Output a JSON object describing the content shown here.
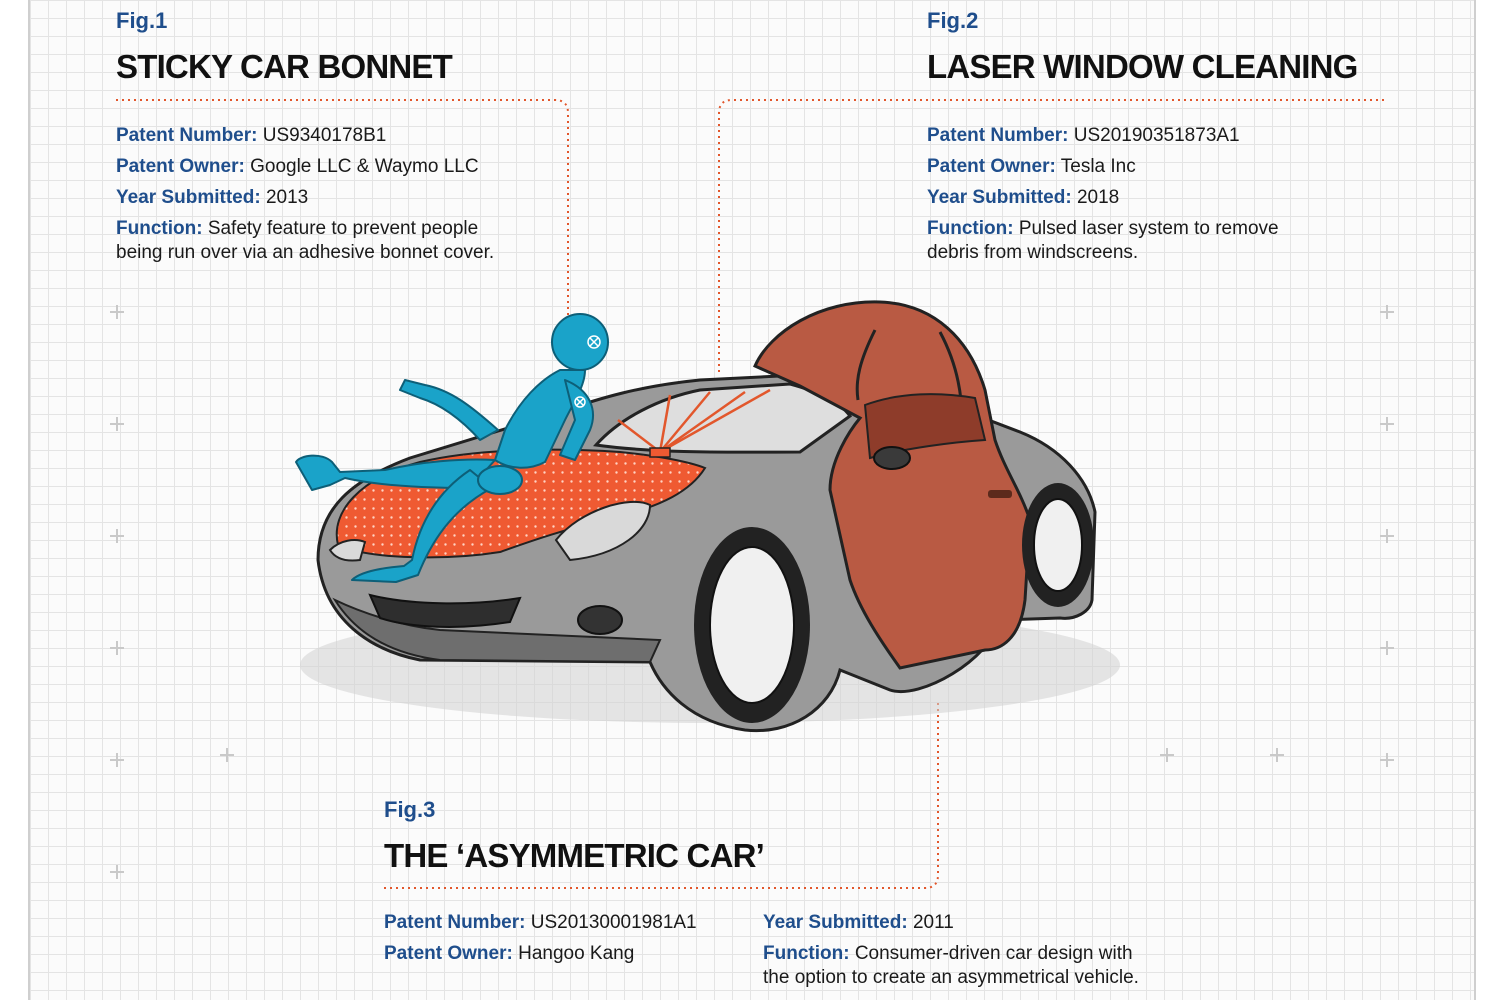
{
  "colors": {
    "label_blue": "#1f4e8c",
    "dotted_red": "#e2572c",
    "bonnet_orange": "#ef5a32",
    "dummy_teal": "#1aa3c9",
    "body_rust": "#b95a43",
    "car_gray": "#8e8e8e"
  },
  "icons": [
    "crash-test-dummy-icon",
    "car-illustration",
    "laser-beam-icon"
  ],
  "fig1": {
    "fig": "Fig.1",
    "title": "STICKY CAR BONNET",
    "patent_number_label": "Patent Number:",
    "patent_number": "US9340178B1",
    "patent_owner_label": "Patent Owner:",
    "patent_owner": "Google LLC & Waymo LLC",
    "year_label": "Year Submitted:",
    "year": "2013",
    "function_label": "Function:",
    "function_line1": "Safety feature to prevent people",
    "function_line2": "being run over via an adhesive bonnet cover."
  },
  "fig2": {
    "fig": "Fig.2",
    "title": "LASER WINDOW CLEANING",
    "patent_number_label": "Patent Number:",
    "patent_number": "US20190351873A1",
    "patent_owner_label": "Patent Owner:",
    "patent_owner": "Tesla Inc",
    "year_label": "Year Submitted:",
    "year": "2018",
    "function_label": "Function:",
    "function_line1": "Pulsed laser system to remove",
    "function_line2": "debris from windscreens."
  },
  "fig3": {
    "fig": "Fig.3",
    "title": "THE ‘ASYMMETRIC CAR’",
    "patent_number_label": "Patent Number:",
    "patent_number": "US20130001981A1",
    "patent_owner_label": "Patent Owner:",
    "patent_owner": "Hangoo Kang",
    "year_label": "Year Submitted:",
    "year": "2011",
    "function_label": "Function:",
    "function_line1": "Consumer-driven car design with",
    "function_line2": "the option to create an asymmetrical vehicle."
  }
}
